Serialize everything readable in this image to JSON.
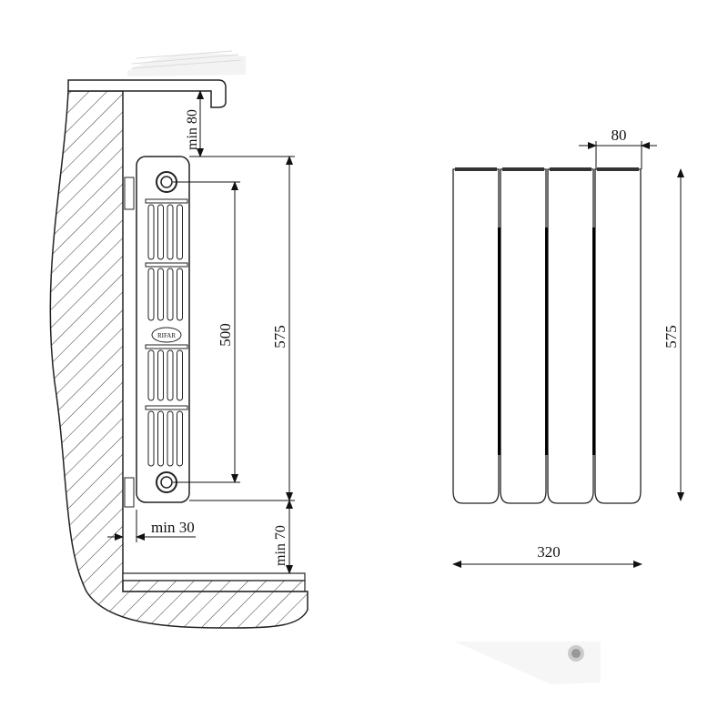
{
  "side_view": {
    "dim_sill_gap": "min 80",
    "dim_axis_distance": "500",
    "dim_height": "575",
    "dim_wall_gap": "min 30",
    "dim_floor_gap": "min 70",
    "logo_text": "RIFAR"
  },
  "front_view": {
    "dim_section_width": "80",
    "dim_height": "575",
    "dim_total_width": "320",
    "section_count": 4
  }
}
